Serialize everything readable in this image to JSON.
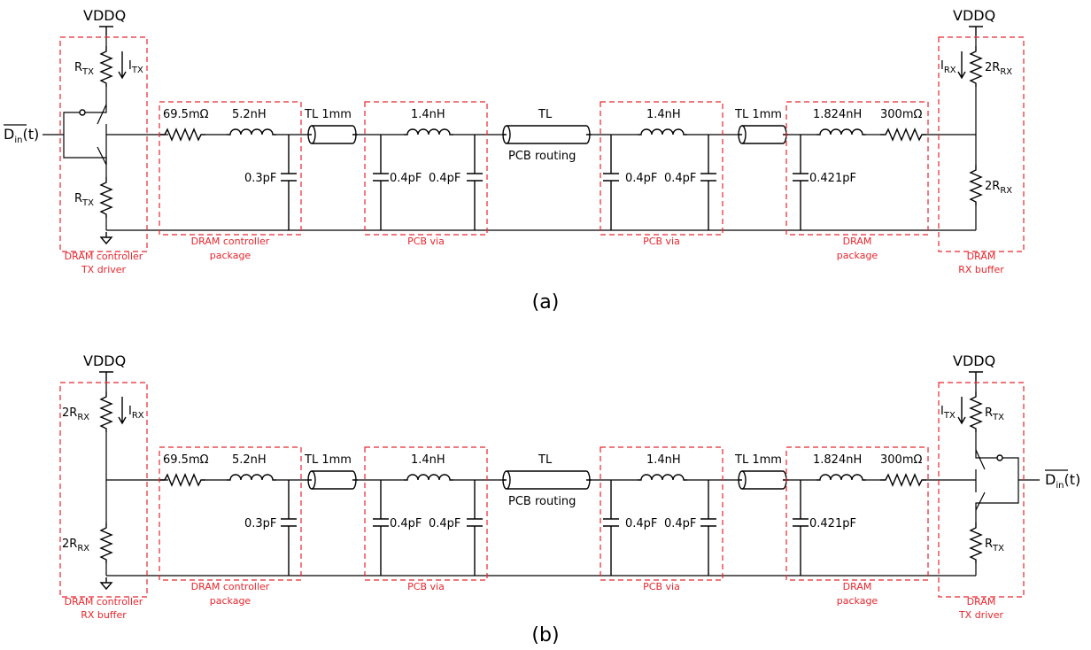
{
  "colors": {
    "box": "#e8262d",
    "wire": "#000000"
  },
  "supply": "VDDQ",
  "rx_res_sub": "RX",
  "tx_res_sub": "TX",
  "components": {
    "r_pkg_ctrl": "69.5mΩ",
    "l_pkg_ctrl": "5.2nH",
    "c_pkg_ctrl": "0.3pF",
    "tl_short": "TL 1mm",
    "l_via": "1.4nH",
    "c_via": "0.4pF",
    "tl_pcb": "TL",
    "pcb_routing": "PCB routing",
    "l_pkg_dram": "1.824nH",
    "r_pkg_dram": "300mΩ",
    "c_pkg_dram": "0.421pF"
  },
  "signal": {
    "main": "D",
    "sub": "in",
    "suffix": "(t)"
  },
  "boxes": {
    "ctrl_pkg": [
      "DRAM controller",
      "package"
    ],
    "pcb_via": [
      "PCB via"
    ],
    "dram_pkg": [
      "DRAM",
      "package"
    ]
  },
  "panel_a": {
    "caption": "(a)",
    "left_block": [
      "DRAM controller",
      "TX driver"
    ],
    "right_block": [
      "DRAM",
      "RX buffer"
    ]
  },
  "panel_b": {
    "caption": "(b)",
    "left_block": [
      "DRAM controller",
      "RX buffer"
    ],
    "right_block": [
      "DRAM",
      "TX driver"
    ]
  }
}
